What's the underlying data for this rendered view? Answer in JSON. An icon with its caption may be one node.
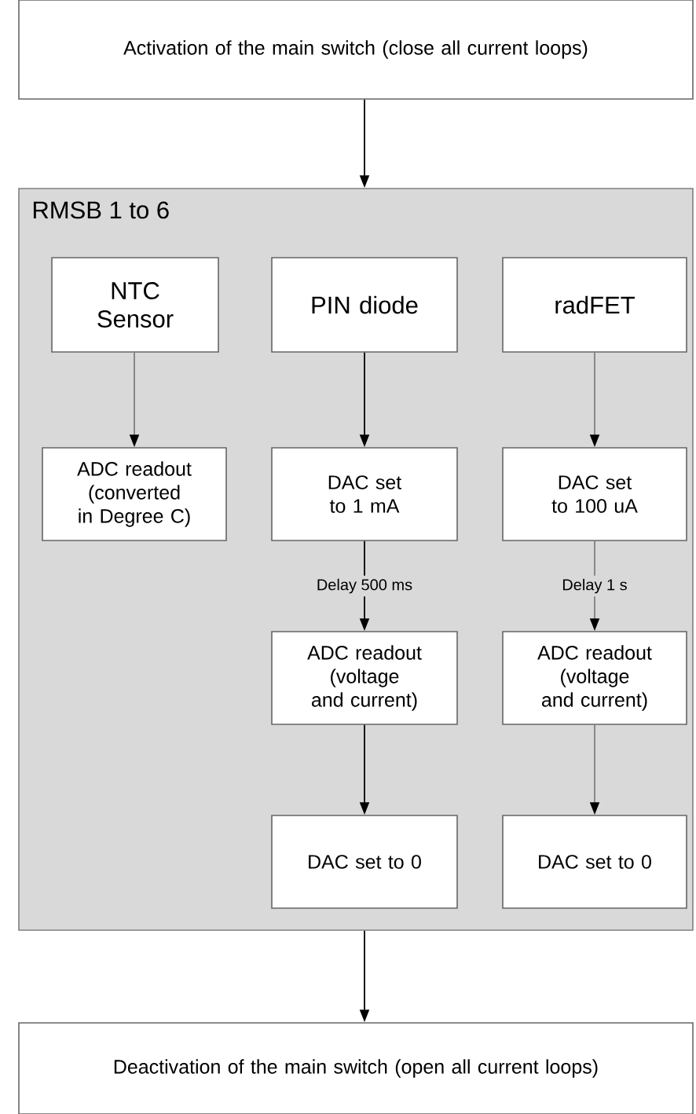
{
  "diagram": {
    "nodes": [
      {
        "text": [
          "Activation of the main switch (close all current loops)"
        ]
      },
      {
        "text": [
          "RMSB 1 to 6"
        ]
      },
      {
        "text": [
          "NTC Sensor"
        ],
        "in": 1
      },
      {
        "text": [
          "PIN diode"
        ],
        "in": 1
      },
      {
        "text": [
          "radFET"
        ],
        "in": 1
      },
      {
        "text": [
          "ADC readout (converted in Degree C)"
        ],
        "in": 1
      },
      {
        "text": [
          "DAC set to 1 mA"
        ],
        "in": 1
      },
      {
        "text": [
          "DAC set to 100 uA"
        ],
        "in": 1
      },
      {
        "text": [
          "ADC readout (voltage and current)"
        ],
        "in": 1
      },
      {
        "text": [
          "ADC readout (voltage and current)"
        ],
        "in": 1
      },
      {
        "text": [
          "DAC set to 0"
        ],
        "in": 1
      },
      {
        "text": [
          "DAC set to 0"
        ],
        "in": 1
      },
      {
        "text": [
          "Deactivation of the main switch (open all current loops)"
        ]
      }
    ],
    "edges": [
      {
        "from": 0,
        "to": 1,
        "arrow": "to"
      },
      {
        "from": 2,
        "to": 5,
        "arrow": "to",
        "color": "#7f7f7f"
      },
      {
        "from": 3,
        "to": 6,
        "arrow": "to"
      },
      {
        "from": 4,
        "to": 7,
        "arrow": "to",
        "color": "#7f7f7f"
      },
      {
        "from": 6,
        "to": 8,
        "arrow": "to",
        "label": "Delay 500 ms"
      },
      {
        "from": 7,
        "to": 9,
        "arrow": "to",
        "label": "Delay 1 s",
        "color": "#7f7f7f"
      },
      {
        "from": 8,
        "to": 10,
        "arrow": "to"
      },
      {
        "from": 9,
        "to": 11,
        "arrow": "to",
        "color": "#7f7f7f"
      },
      {
        "from": 1,
        "to": 12,
        "arrow": "to"
      }
    ]
  }
}
